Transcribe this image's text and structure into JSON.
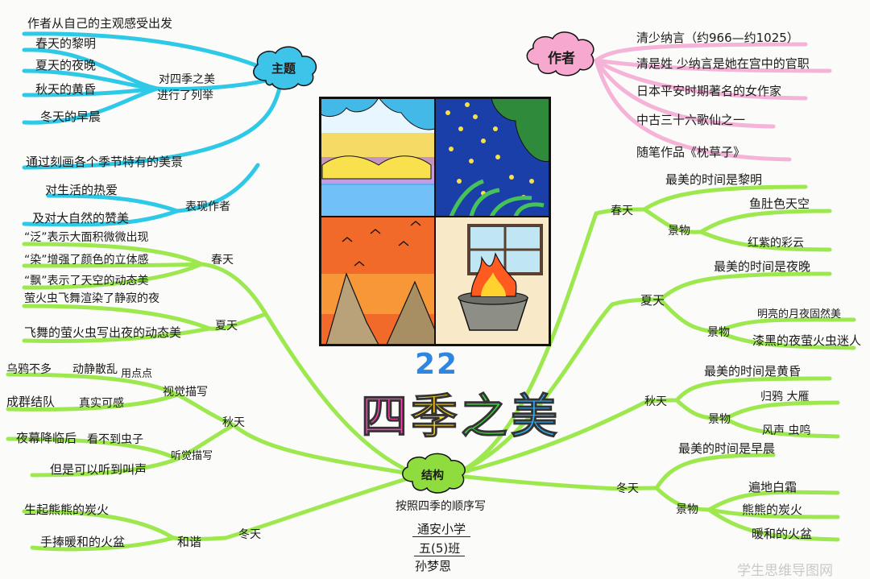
{
  "colors": {
    "blue_branch": "#2ec9e6",
    "green_branch": "#9ee84f",
    "pink_branch": "#f5b3d8",
    "cloud_blue": "#3ec4e8",
    "cloud_pink": "#f7a8cf",
    "cloud_green": "#8fdc3f",
    "title_colors": [
      "#ff3fb4",
      "#ffd21c",
      "#3ad43a",
      "#35aef5"
    ]
  },
  "title": {
    "number": "22",
    "chars": [
      "四",
      "季",
      "之",
      "美"
    ]
  },
  "nodes": {
    "theme": {
      "label": "主题",
      "lead": "作者从自己的主观感受出发",
      "items": [
        "春天的黎明",
        "夏天的夜晚",
        "秋天的黄昏",
        "冬天的早晨"
      ],
      "note_line1": "对四季之美",
      "note_line2": "进行了列举",
      "expression": "通过刻画各个季节特有的美景",
      "expression_label": "表现作者",
      "expression_items": [
        "对生活的热爱",
        "及对大自然的赞美"
      ]
    },
    "author": {
      "label": "作者",
      "items": [
        "清少纳言（约966—约1025）",
        "清是姓 少纳言是她在宫中的官职",
        "日本平安时期著名的女作家",
        "中古三十六歌仙之一",
        "随笔作品《枕草子》"
      ]
    },
    "structure": {
      "label": "结构",
      "desc": "按照四季的顺序写",
      "school": "通安小学",
      "class": "五(5)班",
      "student": "孙梦恩"
    }
  },
  "right": {
    "spring": {
      "label": "春天",
      "best": "最美的时间是黎明",
      "scene_label": "景物",
      "scenes": [
        "鱼肚色天空",
        "红紫的彩云"
      ]
    },
    "summer": {
      "label": "夏天",
      "best": "最美的时间是夜晚",
      "scene_label": "景物",
      "scenes": [
        "明亮的月夜固然美",
        "漆黑的夜萤火虫迷人"
      ]
    },
    "autumn": {
      "label": "秋天",
      "best": "最美的时间是黄昏",
      "scene_label": "景物",
      "scenes": [
        "归鸦  大雁",
        "风声  虫鸣"
      ]
    },
    "winter": {
      "label": "冬天",
      "best": "最美的时间是早晨",
      "scene_label": "景物",
      "scenes": [
        "遍地白霜",
        "熊熊的炭火",
        "暖和的火盆"
      ]
    }
  },
  "left": {
    "spring": {
      "label": "春天",
      "items": [
        "“泛”表示大面积微微出现",
        "“染”增强了颜色的立体感",
        "“飘”表示了天空的动态美"
      ]
    },
    "summer": {
      "label": "夏天",
      "items": [
        "萤火虫飞舞渲染了静寂的夜",
        "飞舞的萤火虫写出夜的动态美"
      ]
    },
    "autumn": {
      "label": "秋天",
      "visual_label": "视觉描写",
      "visual": [
        {
          "a": "乌鸦不多",
          "b": "动静散乱",
          "c": "用点点"
        },
        {
          "a": "成群结队",
          "b": "真实可感"
        }
      ],
      "hearing_label": "听觉描写",
      "hearing": [
        {
          "a": "夜幕降临后",
          "b": "看不到虫子"
        },
        {
          "a": "但是可以听到叫声"
        }
      ]
    },
    "winter": {
      "label": "冬天",
      "sub_label": "和谐",
      "items": [
        "生起熊熊的炭火",
        "手捧暖和的火盆"
      ]
    }
  },
  "watermark": "学生思维导图网"
}
